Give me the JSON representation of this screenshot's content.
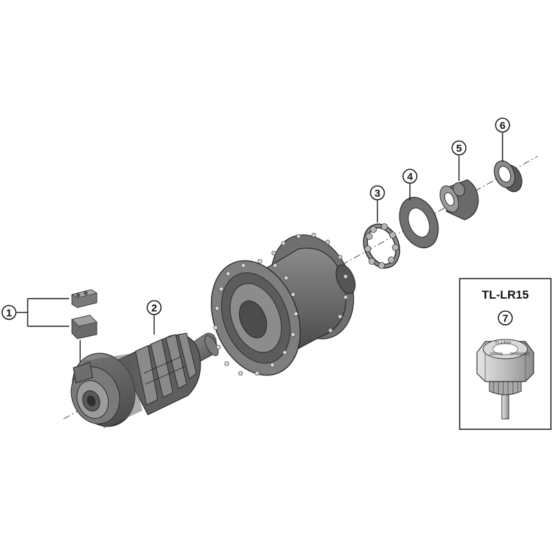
{
  "diagram": {
    "callouts": [
      {
        "id": "c1",
        "label": "1"
      },
      {
        "id": "c2",
        "label": "2"
      },
      {
        "id": "c3",
        "label": "3"
      },
      {
        "id": "c4",
        "label": "4"
      },
      {
        "id": "c5",
        "label": "5"
      },
      {
        "id": "c6",
        "label": "6"
      },
      {
        "id": "c7",
        "label": "7"
      }
    ],
    "tool_box": {
      "title": "TL-LR15",
      "engraving": [
        "TL-LR15",
        "JAPAN",
        "SHIMANO"
      ]
    }
  }
}
